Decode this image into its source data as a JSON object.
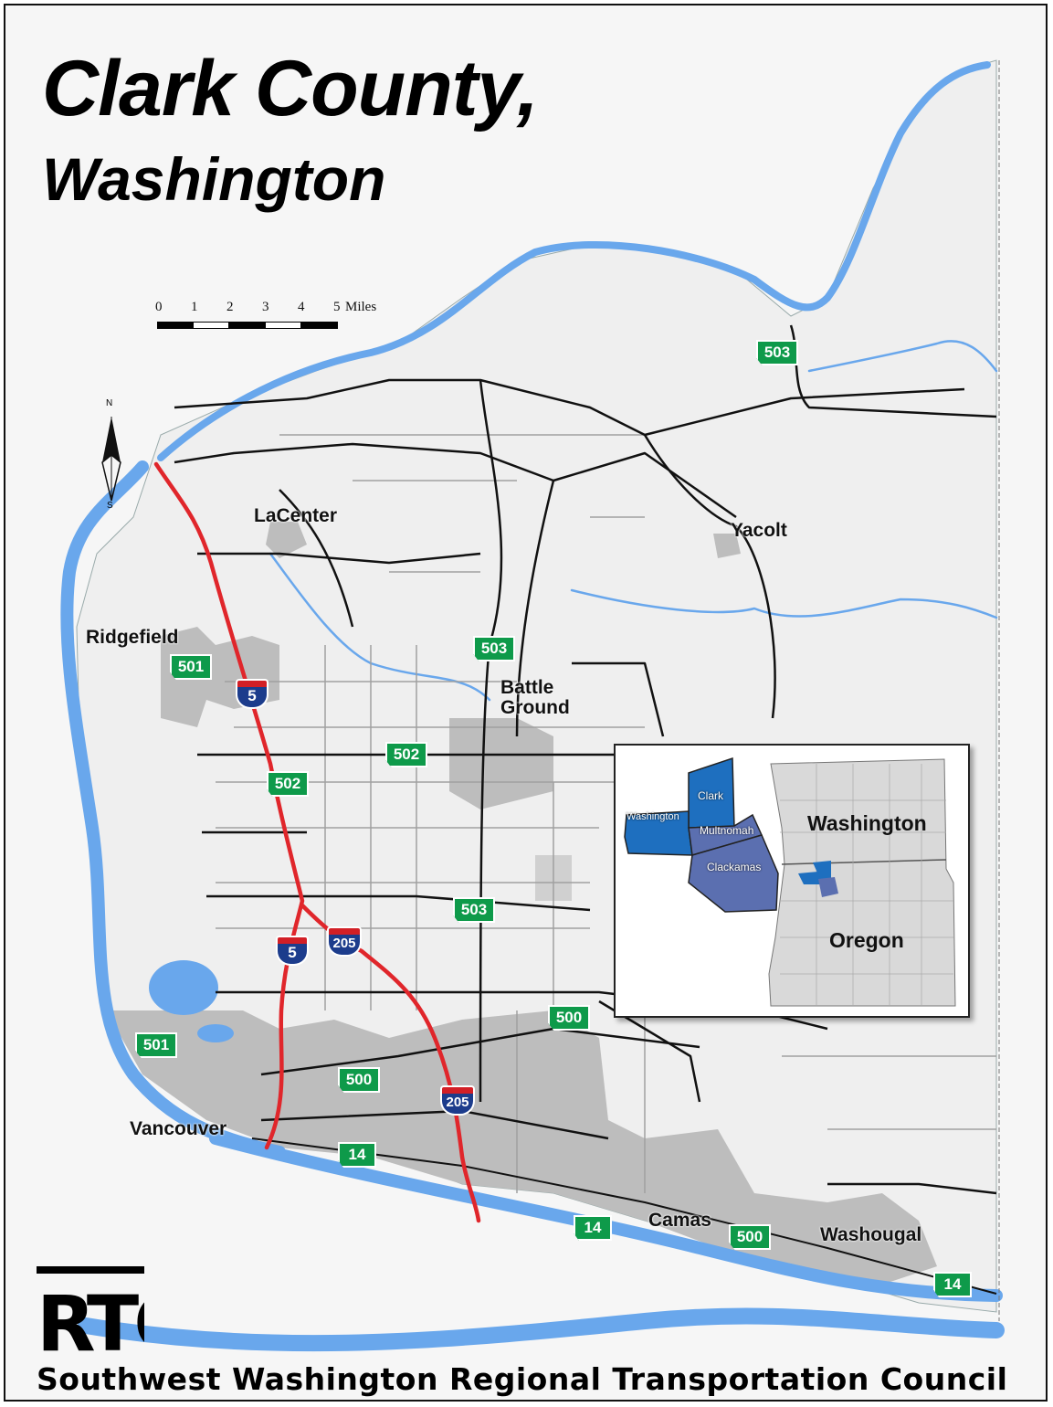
{
  "title": {
    "line1": "Clark County,",
    "line2": "Washington"
  },
  "scale_bar": {
    "ticks": [
      "0",
      "1",
      "2",
      "3",
      "4",
      "5"
    ],
    "unit": "Miles"
  },
  "north_arrow": {
    "north": "N",
    "south": "S",
    "icon": "north-arrow-icon"
  },
  "places": [
    {
      "id": "lacenter",
      "label": "LaCenter"
    },
    {
      "id": "yacolt",
      "label": "Yacolt"
    },
    {
      "id": "ridgefield",
      "label": "Ridgefield"
    },
    {
      "id": "battle-ground",
      "label": "Battle\nGround"
    },
    {
      "id": "vancouver",
      "label": "Vancouver"
    },
    {
      "id": "camas",
      "label": "Camas"
    },
    {
      "id": "washougal",
      "label": "Washougal"
    }
  ],
  "state_routes": [
    "503",
    "503",
    "501",
    "502",
    "502",
    "503",
    "500",
    "501",
    "500",
    "14",
    "14",
    "500",
    "14"
  ],
  "interstates": [
    "5",
    "5",
    "205",
    "205"
  ],
  "inset": {
    "states": [
      "Washington",
      "Oregon"
    ],
    "counties": [
      "Clark",
      "Washington",
      "Multnomah",
      "Clackamas"
    ]
  },
  "organization": {
    "logo_text": "RTC",
    "name": "Southwest Washington Regional Transportation Council"
  },
  "colors": {
    "water": "#69a7ec",
    "roads": "#111111",
    "interstate_line": "#e0262b",
    "urban": "#b9b9b9",
    "land": "#f6f6f6",
    "state_route_shield": "#0e9a4a",
    "interstate_blue": "#1c3c8c"
  }
}
